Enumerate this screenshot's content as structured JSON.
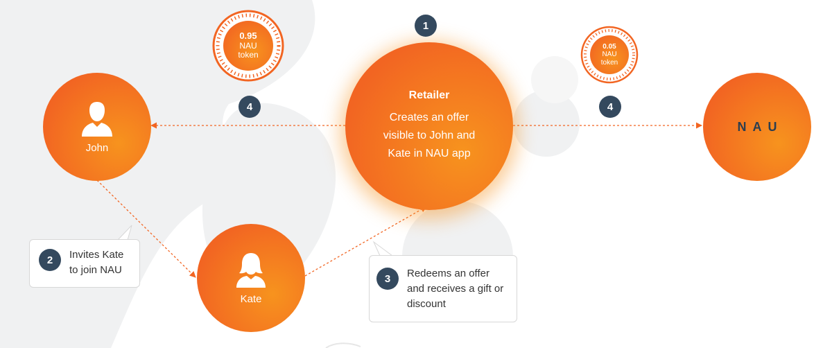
{
  "nodes": {
    "retailer": {
      "title": "Retailer",
      "description": "Creates an offer visible to John and Kate in NAU app"
    },
    "john": {
      "label": "John"
    },
    "kate": {
      "label": "Kate"
    },
    "nau": {
      "logo_text": "NAU"
    }
  },
  "steps": {
    "one": "1",
    "two": "2",
    "three": "3",
    "four_left": "4",
    "four_right": "4"
  },
  "tokens": {
    "large": {
      "amount": "0.95",
      "line1": "NAU",
      "line2": "token"
    },
    "small": {
      "amount": "0.05",
      "line1": "NAU",
      "line2": "token"
    }
  },
  "callouts": {
    "invite": "Invites Kate to join NAU",
    "redeem": "Redeems an offer and receives a gift or discount"
  },
  "colors": {
    "orange": "#f26522",
    "orange_light": "#f7931e",
    "navy": "#34495e",
    "arrow": "#f26522",
    "background_blob": "#f0f1f2"
  }
}
